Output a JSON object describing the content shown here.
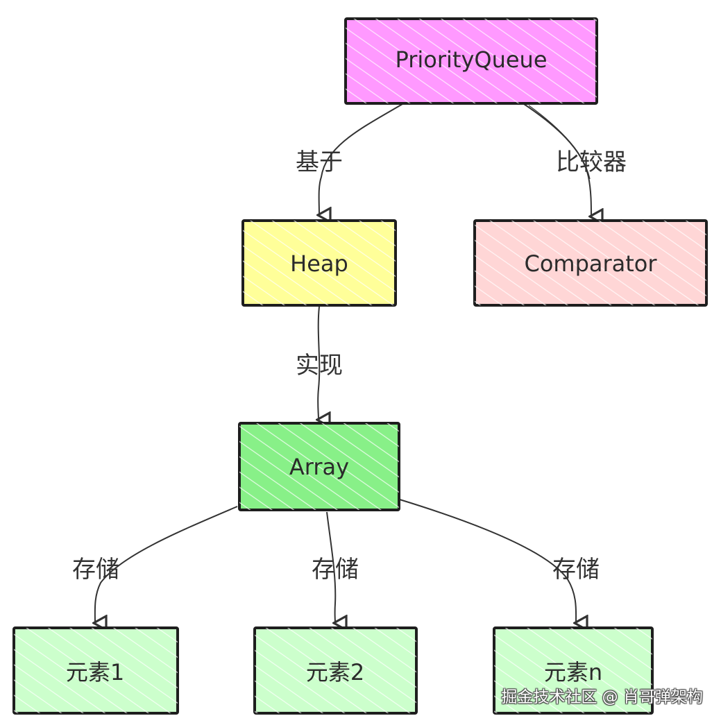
{
  "nodes": {
    "priority_queue": {
      "label": "PriorityQueue",
      "fill": "#ff99ff"
    },
    "heap": {
      "label": "Heap",
      "fill": "#ffff99"
    },
    "comparator": {
      "label": "Comparator",
      "fill": "#ffd6d6"
    },
    "array": {
      "label": "Array",
      "fill": "#88f088"
    },
    "element1": {
      "label": "元素1",
      "fill": "#ccffcc"
    },
    "element2": {
      "label": "元素2",
      "fill": "#ccffcc"
    },
    "elementn": {
      "label": "元素n",
      "fill": "#ccffcc"
    }
  },
  "edges": {
    "pq_heap": {
      "label": "基于"
    },
    "pq_comparator": {
      "label": "比较器"
    },
    "heap_array": {
      "label": "实现"
    },
    "array_element1": {
      "label": "存储"
    },
    "array_element2": {
      "label": "存储"
    },
    "array_elementn": {
      "label": "存储"
    }
  },
  "watermark": {
    "text": "掘金技术社区 @ 肖哥弹架构"
  },
  "colors": {
    "stroke": "#1e1e1e",
    "edge": "#333333"
  }
}
